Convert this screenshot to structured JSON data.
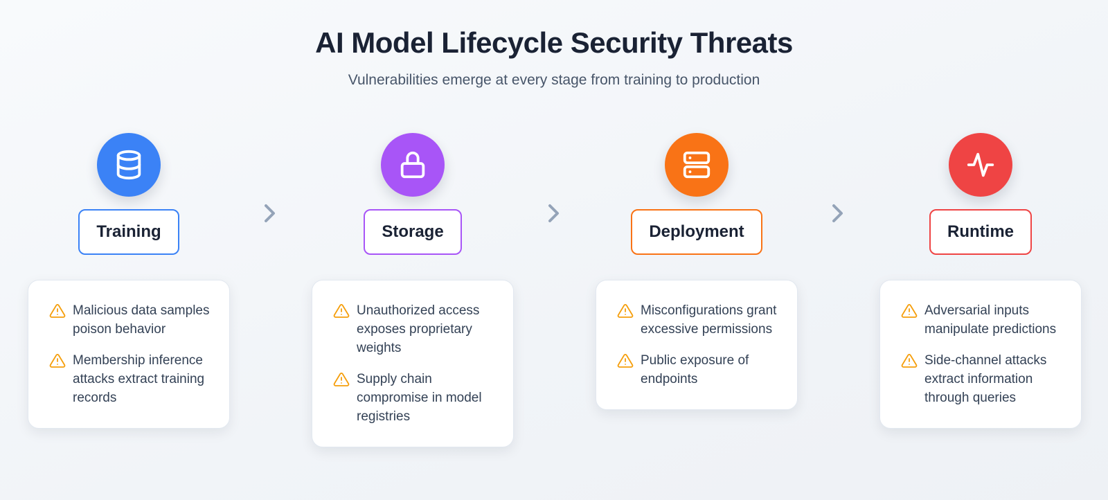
{
  "title": "AI Model Lifecycle Security Threats",
  "subtitle": "Vulnerabilities emerge at every stage from training to production",
  "colors": {
    "training": "#3b82f6",
    "storage": "#a855f7",
    "deployment": "#f97316",
    "runtime": "#ef4444",
    "warning": "#f59e0b",
    "arrow": "#94a3b8"
  },
  "stages": [
    {
      "label": "Training",
      "icon": "database-icon",
      "threats": [
        "Malicious data samples poison behavior",
        "Membership inference attacks extract training records"
      ]
    },
    {
      "label": "Storage",
      "icon": "lock-icon",
      "threats": [
        "Unauthorized access exposes proprietary weights",
        "Supply chain compromise in model registries"
      ]
    },
    {
      "label": "Deployment",
      "icon": "server-icon",
      "threats": [
        "Misconfigurations grant excessive permissions",
        "Public exposure of endpoints"
      ]
    },
    {
      "label": "Runtime",
      "icon": "activity-icon",
      "threats": [
        "Adversarial inputs manipulate predictions",
        "Side-channel attacks extract information through queries"
      ]
    }
  ]
}
